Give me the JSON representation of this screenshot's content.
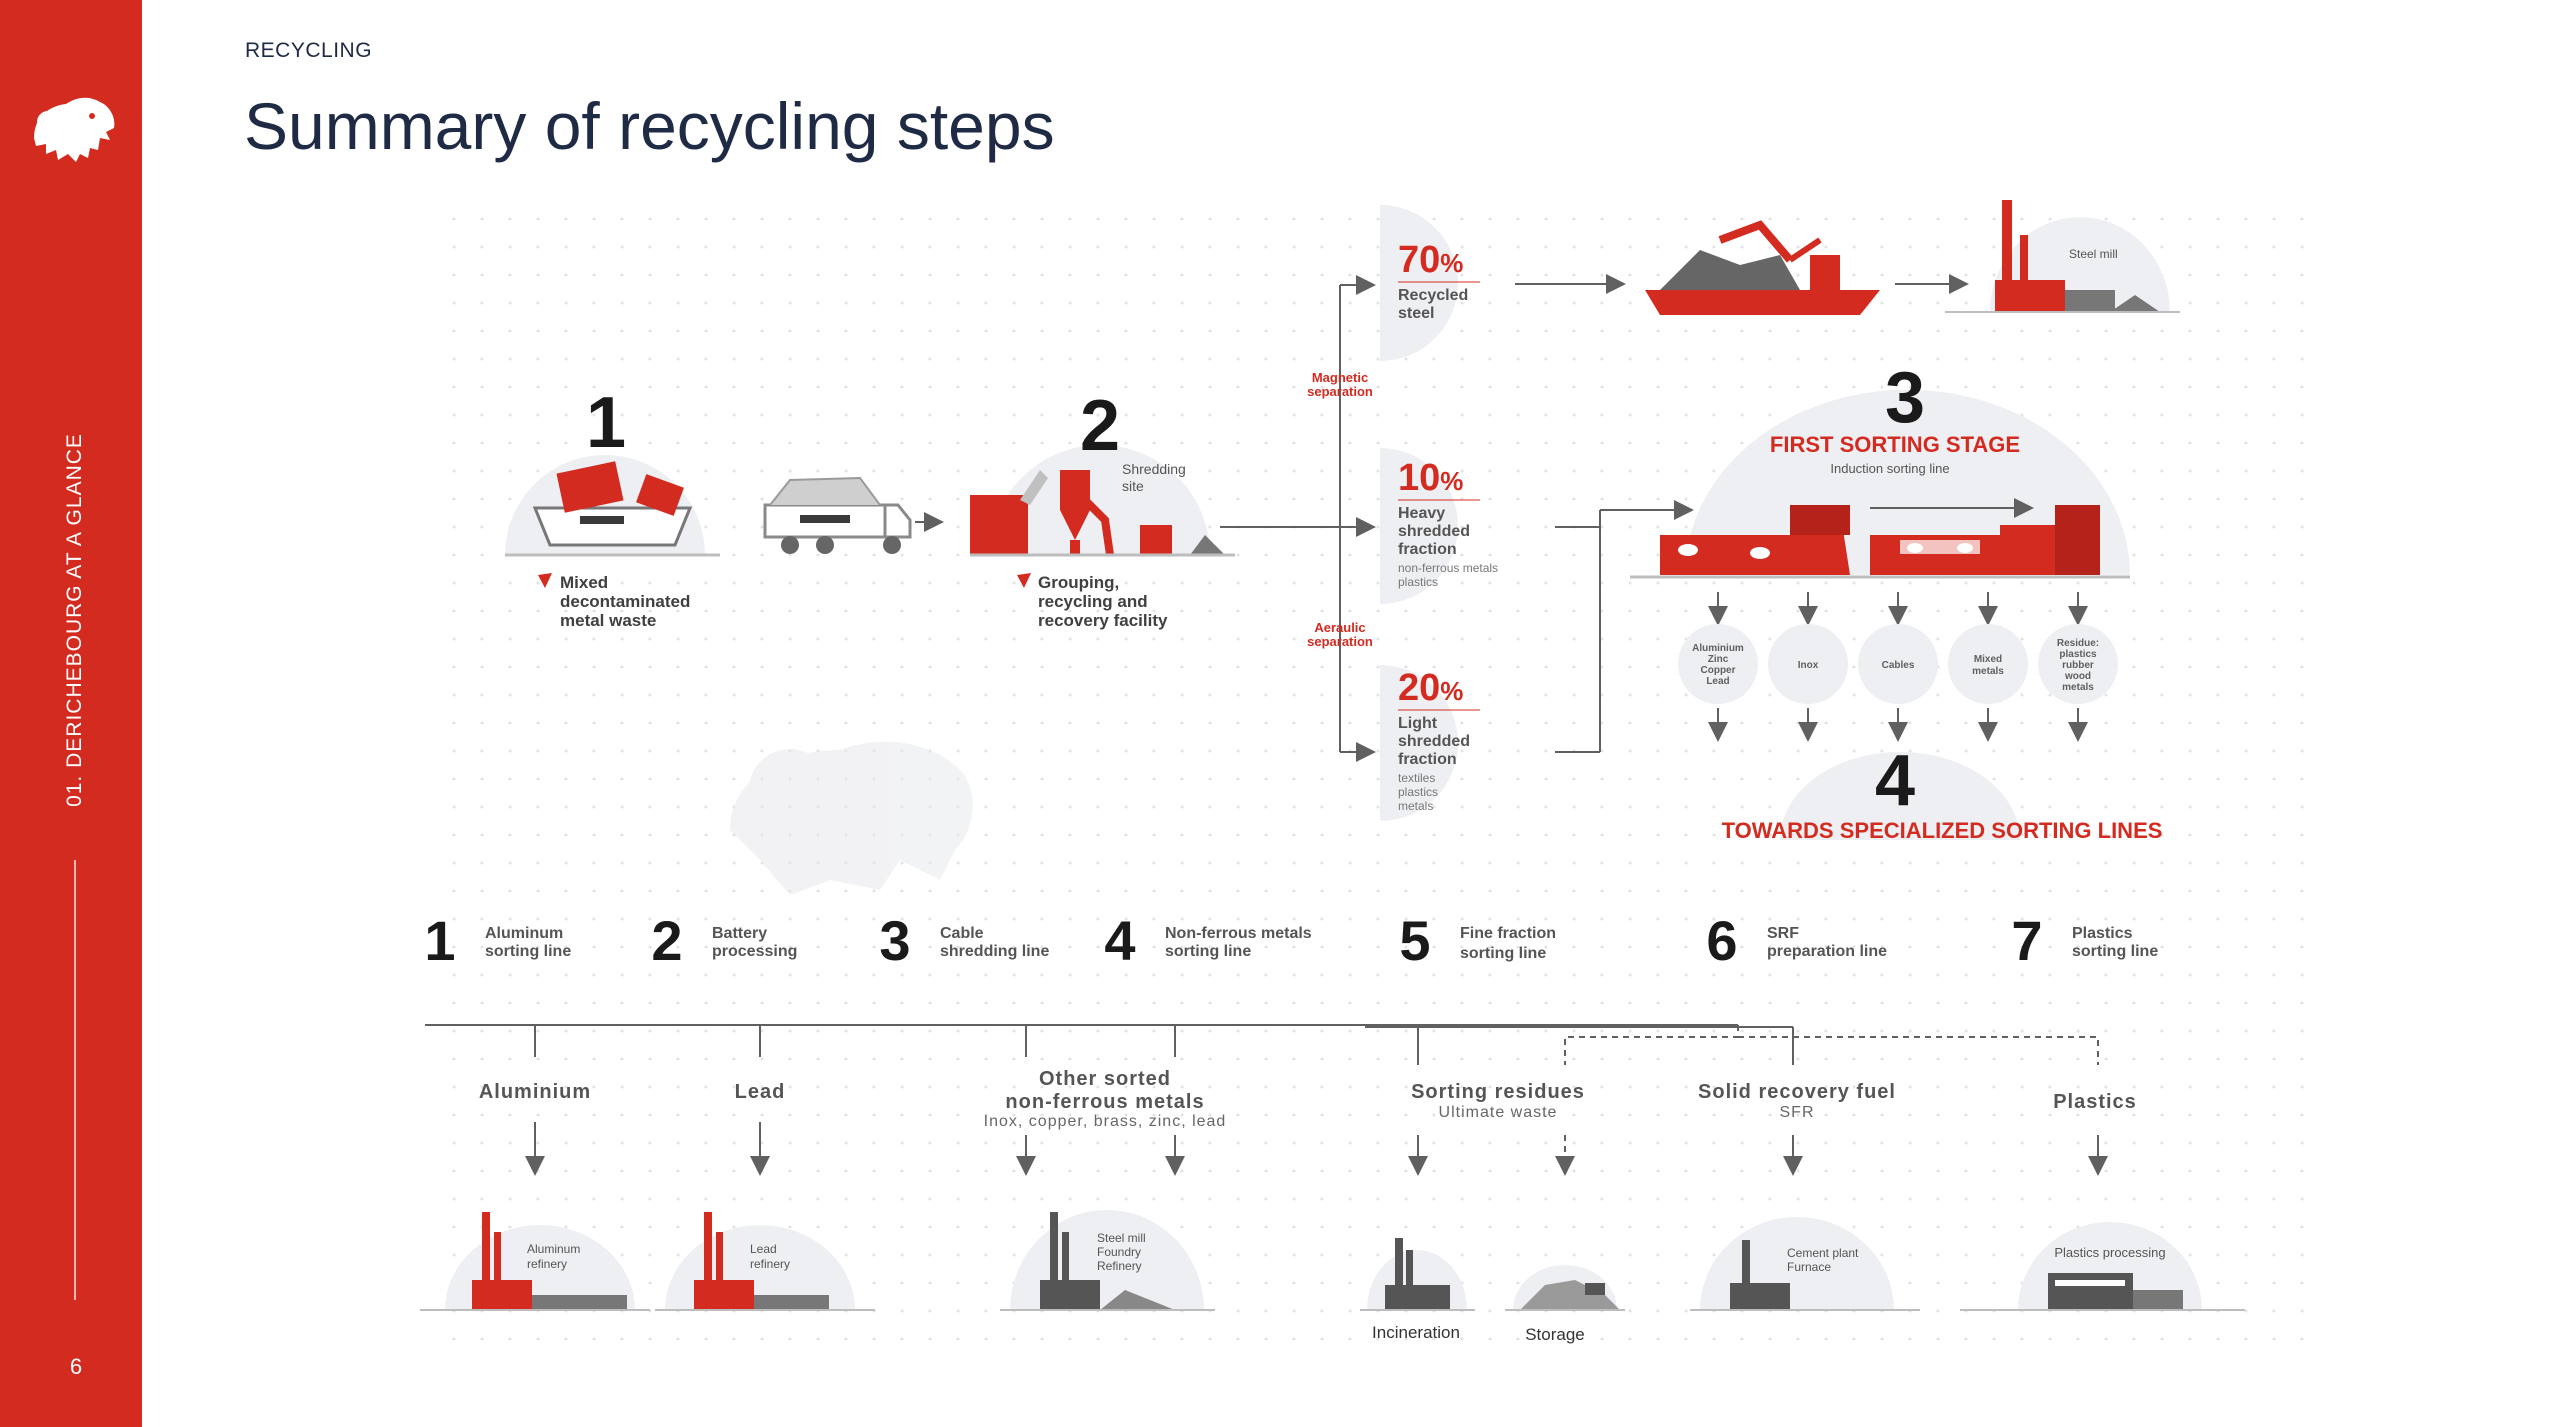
{
  "sidebar": {
    "label": "01.  DERICHEBOURG AT A GLANCE",
    "page_number": "6"
  },
  "header": {
    "section": "RECYCLING",
    "title": "Summary of recycling steps"
  },
  "diagram": {
    "step1": {
      "number": "1",
      "label_l1": "Mixed",
      "label_l2": "decontaminated",
      "label_l3": "metal waste"
    },
    "step2": {
      "number": "2",
      "site": "Shredding",
      "site2": "site",
      "label_l1": "Grouping,",
      "label_l2": "recycling and",
      "label_l3": "recovery facility"
    },
    "magnetic": {
      "l1": "Magnetic",
      "l2": "separation"
    },
    "aeraulic": {
      "l1": "Aeraulic",
      "l2": "separation"
    },
    "f70": {
      "pct": "70",
      "sym": "%",
      "l1": "Recycled",
      "l2": "steel"
    },
    "f10": {
      "pct": "10",
      "sym": "%",
      "l1": "Heavy",
      "l2": "shredded",
      "l3": "fraction",
      "s1": "non-ferrous metals",
      "s2": "plastics"
    },
    "f20": {
      "pct": "20",
      "sym": "%",
      "l1": "Light",
      "l2": "shredded",
      "l3": "fraction",
      "s1": "textiles",
      "s2": "plastics",
      "s3": "metals"
    },
    "steel_mill": "Steel mill",
    "step3": {
      "number": "3",
      "title": "FIRST SORTING STAGE",
      "sub": "Induction sorting line"
    },
    "bubbles": {
      "b1": [
        "Aluminium",
        "Zinc",
        "Copper",
        "Lead"
      ],
      "b2": [
        "Inox"
      ],
      "b3": [
        "Cables"
      ],
      "b4": [
        "Mixed",
        "metals"
      ],
      "b5": [
        "Residue:",
        "plastics",
        "rubber",
        "wood",
        "metals"
      ]
    },
    "step4": {
      "number": "4",
      "title": "TOWARDS SPECIALIZED SORTING LINES"
    },
    "lines": [
      {
        "n": "1",
        "l1": "Aluminum",
        "l2": "sorting line"
      },
      {
        "n": "2",
        "l1": "Battery",
        "l2": "processing"
      },
      {
        "n": "3",
        "l1": "Cable",
        "l2": "shredding line"
      },
      {
        "n": "4",
        "l1": "Non-ferrous metals",
        "l2": "sorting line"
      },
      {
        "n": "5",
        "l1": "Fine fraction",
        "l2": "sorting line"
      },
      {
        "n": "6",
        "l1": "SRF",
        "l2": "preparation line"
      },
      {
        "n": "7",
        "l1": "Plastics",
        "l2": "sorting line"
      }
    ],
    "outputs": {
      "aluminium": "Aluminium",
      "lead": "Lead",
      "other_l1": "Other sorted",
      "other_l2": "non-ferrous metals",
      "other_sub": "Inox, copper, brass, zinc, lead",
      "residues": "Sorting residues",
      "residues_sub": "Ultimate waste",
      "srf": "Solid recovery fuel",
      "srf_sub": "SFR",
      "plastics": "Plastics"
    },
    "facilities": {
      "al_l1": "Aluminum",
      "al_l2": "refinery",
      "pb_l1": "Lead",
      "pb_l2": "refinery",
      "st_l1": "Steel mill",
      "st_l2": "Foundry",
      "st_l3": "Refinery",
      "incineration": "Incineration",
      "storage": "Storage",
      "cement_l1": "Cement plant",
      "cement_l2": "Furnace",
      "plastics_proc": "Plastics processing"
    }
  },
  "colors": {
    "brand_red": "#d42b21",
    "text_dark": "#1f2a44",
    "diagram_gray": "#606060"
  }
}
